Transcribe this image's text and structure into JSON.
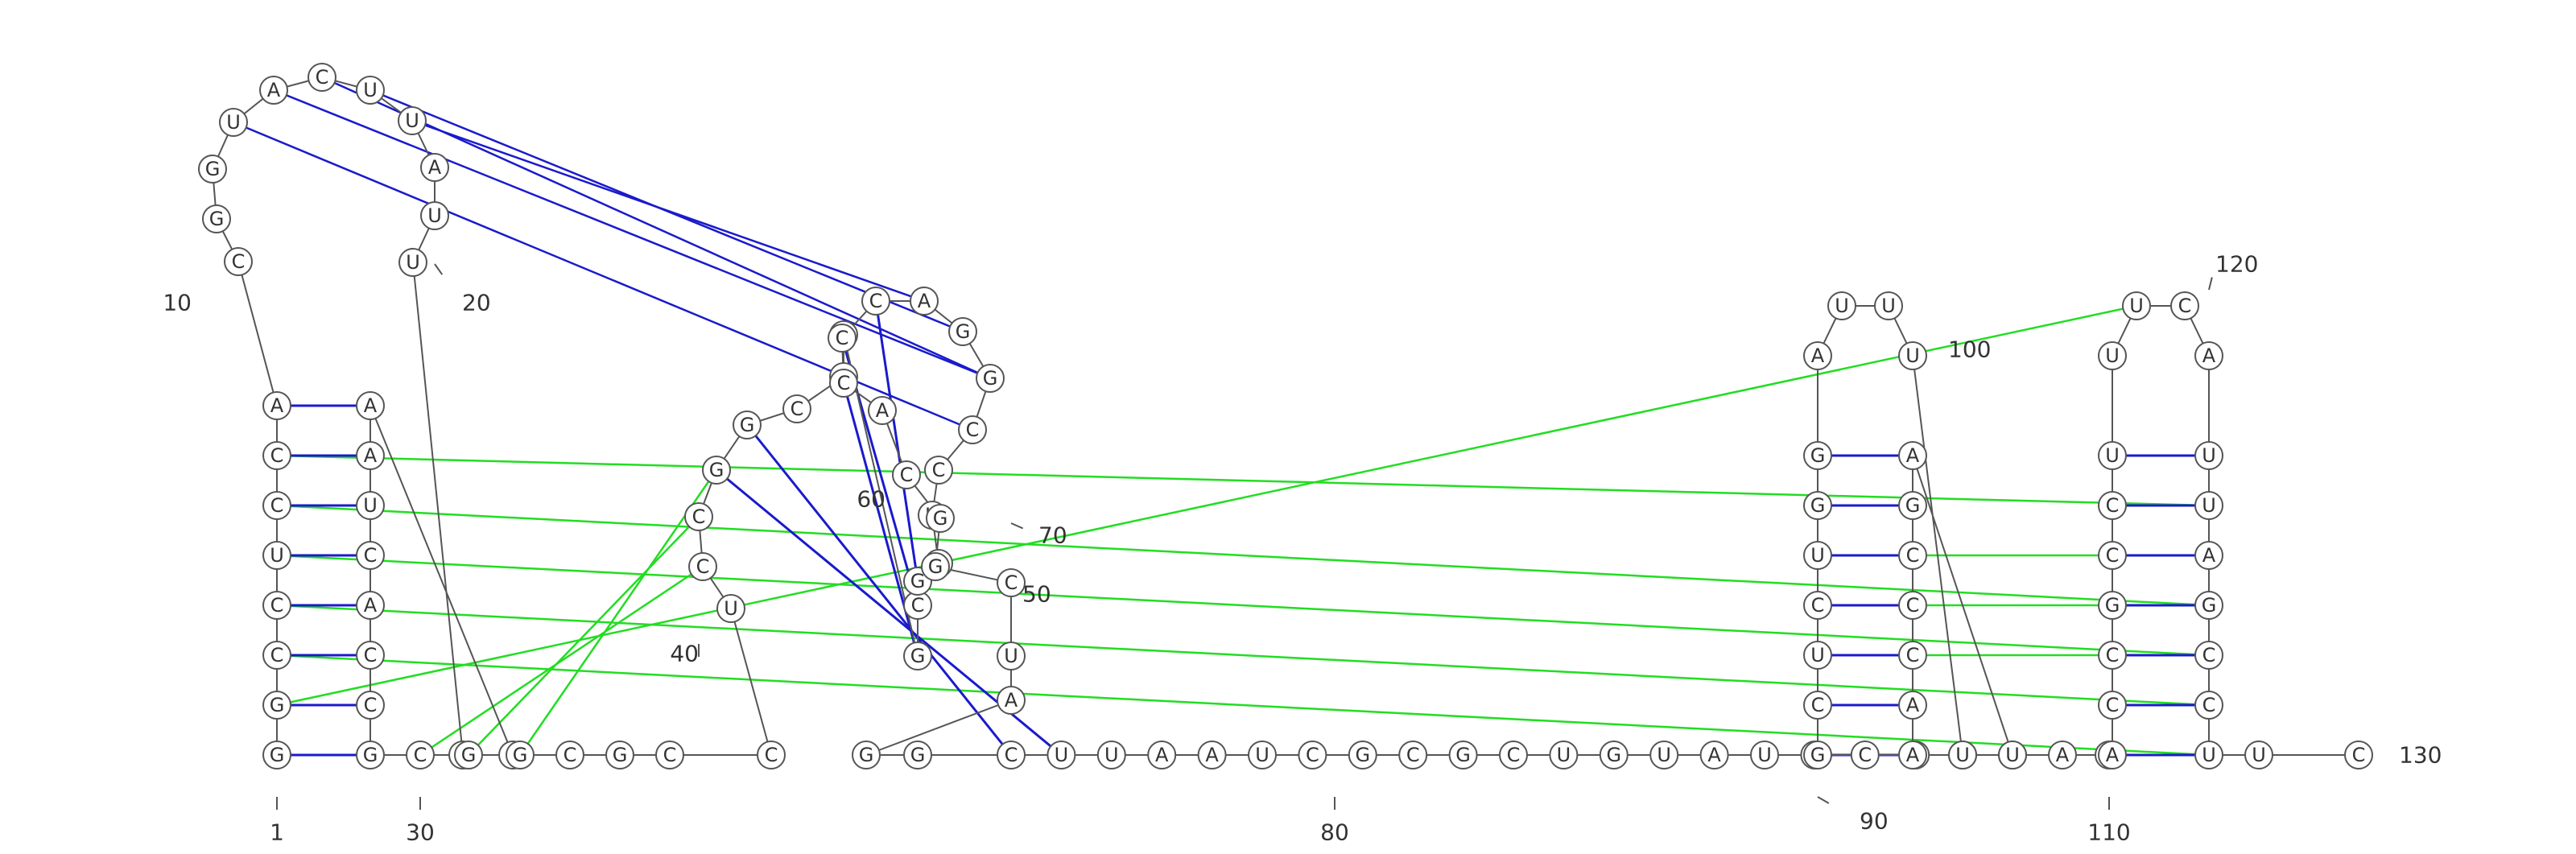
{
  "sequence": [
    "G",
    "G",
    "C",
    "C",
    "U",
    "C",
    "C",
    "A",
    "C",
    "G",
    "G",
    "U",
    "A",
    "C",
    "U",
    "U",
    "A",
    "U",
    "U",
    "G",
    "C",
    "A",
    "A",
    "U",
    "C",
    "A",
    "C",
    "C",
    "G",
    "C",
    "G",
    "G",
    "C",
    "G",
    "C",
    "C",
    "U",
    "C",
    "C",
    "G",
    "G",
    "C",
    "C",
    "A",
    "G",
    "C",
    "G",
    "G",
    "U",
    "C",
    "C",
    "G",
    "G",
    "A",
    "C",
    "C",
    "C",
    "A",
    "C",
    "G",
    "G",
    "C",
    "U",
    "A",
    "G",
    "G",
    "C",
    "U",
    "U",
    "A",
    "A",
    "U",
    "C",
    "G",
    "C",
    "G",
    "C",
    "U",
    "G",
    "U",
    "A",
    "U",
    "C",
    "C",
    "G",
    "G",
    "C",
    "U",
    "C",
    "U",
    "G",
    "G",
    "A",
    "U",
    "U",
    "U",
    "G",
    "C",
    "A",
    "G",
    "C",
    "C",
    "C",
    "A",
    "A",
    "U",
    "U",
    "A",
    "A",
    "A",
    "C",
    "C",
    "G",
    "C",
    "C",
    "U",
    "U",
    "U",
    "C",
    "A",
    "U",
    "U",
    "A",
    "G",
    "C",
    "C",
    "U",
    "U",
    "C"
  ],
  "index_labels": [
    "1",
    "10",
    "20",
    "30",
    "40",
    "50",
    "60",
    "70",
    "80",
    "90",
    "100",
    "110",
    "120",
    "130"
  ],
  "colors": {
    "canonical": "#1a1acc",
    "pseudoknot": "#22dd22",
    "backbone": "#555555"
  },
  "stems": [
    {
      "i": 1,
      "j": 29,
      "n": 8
    },
    {
      "i": 40,
      "j": 68,
      "n": 2
    },
    {
      "i": 45,
      "j": 57,
      "n": 3
    },
    {
      "i": 86,
      "j": 105,
      "n": 7
    },
    {
      "i": 110,
      "j": 127,
      "n": 7
    }
  ]
}
